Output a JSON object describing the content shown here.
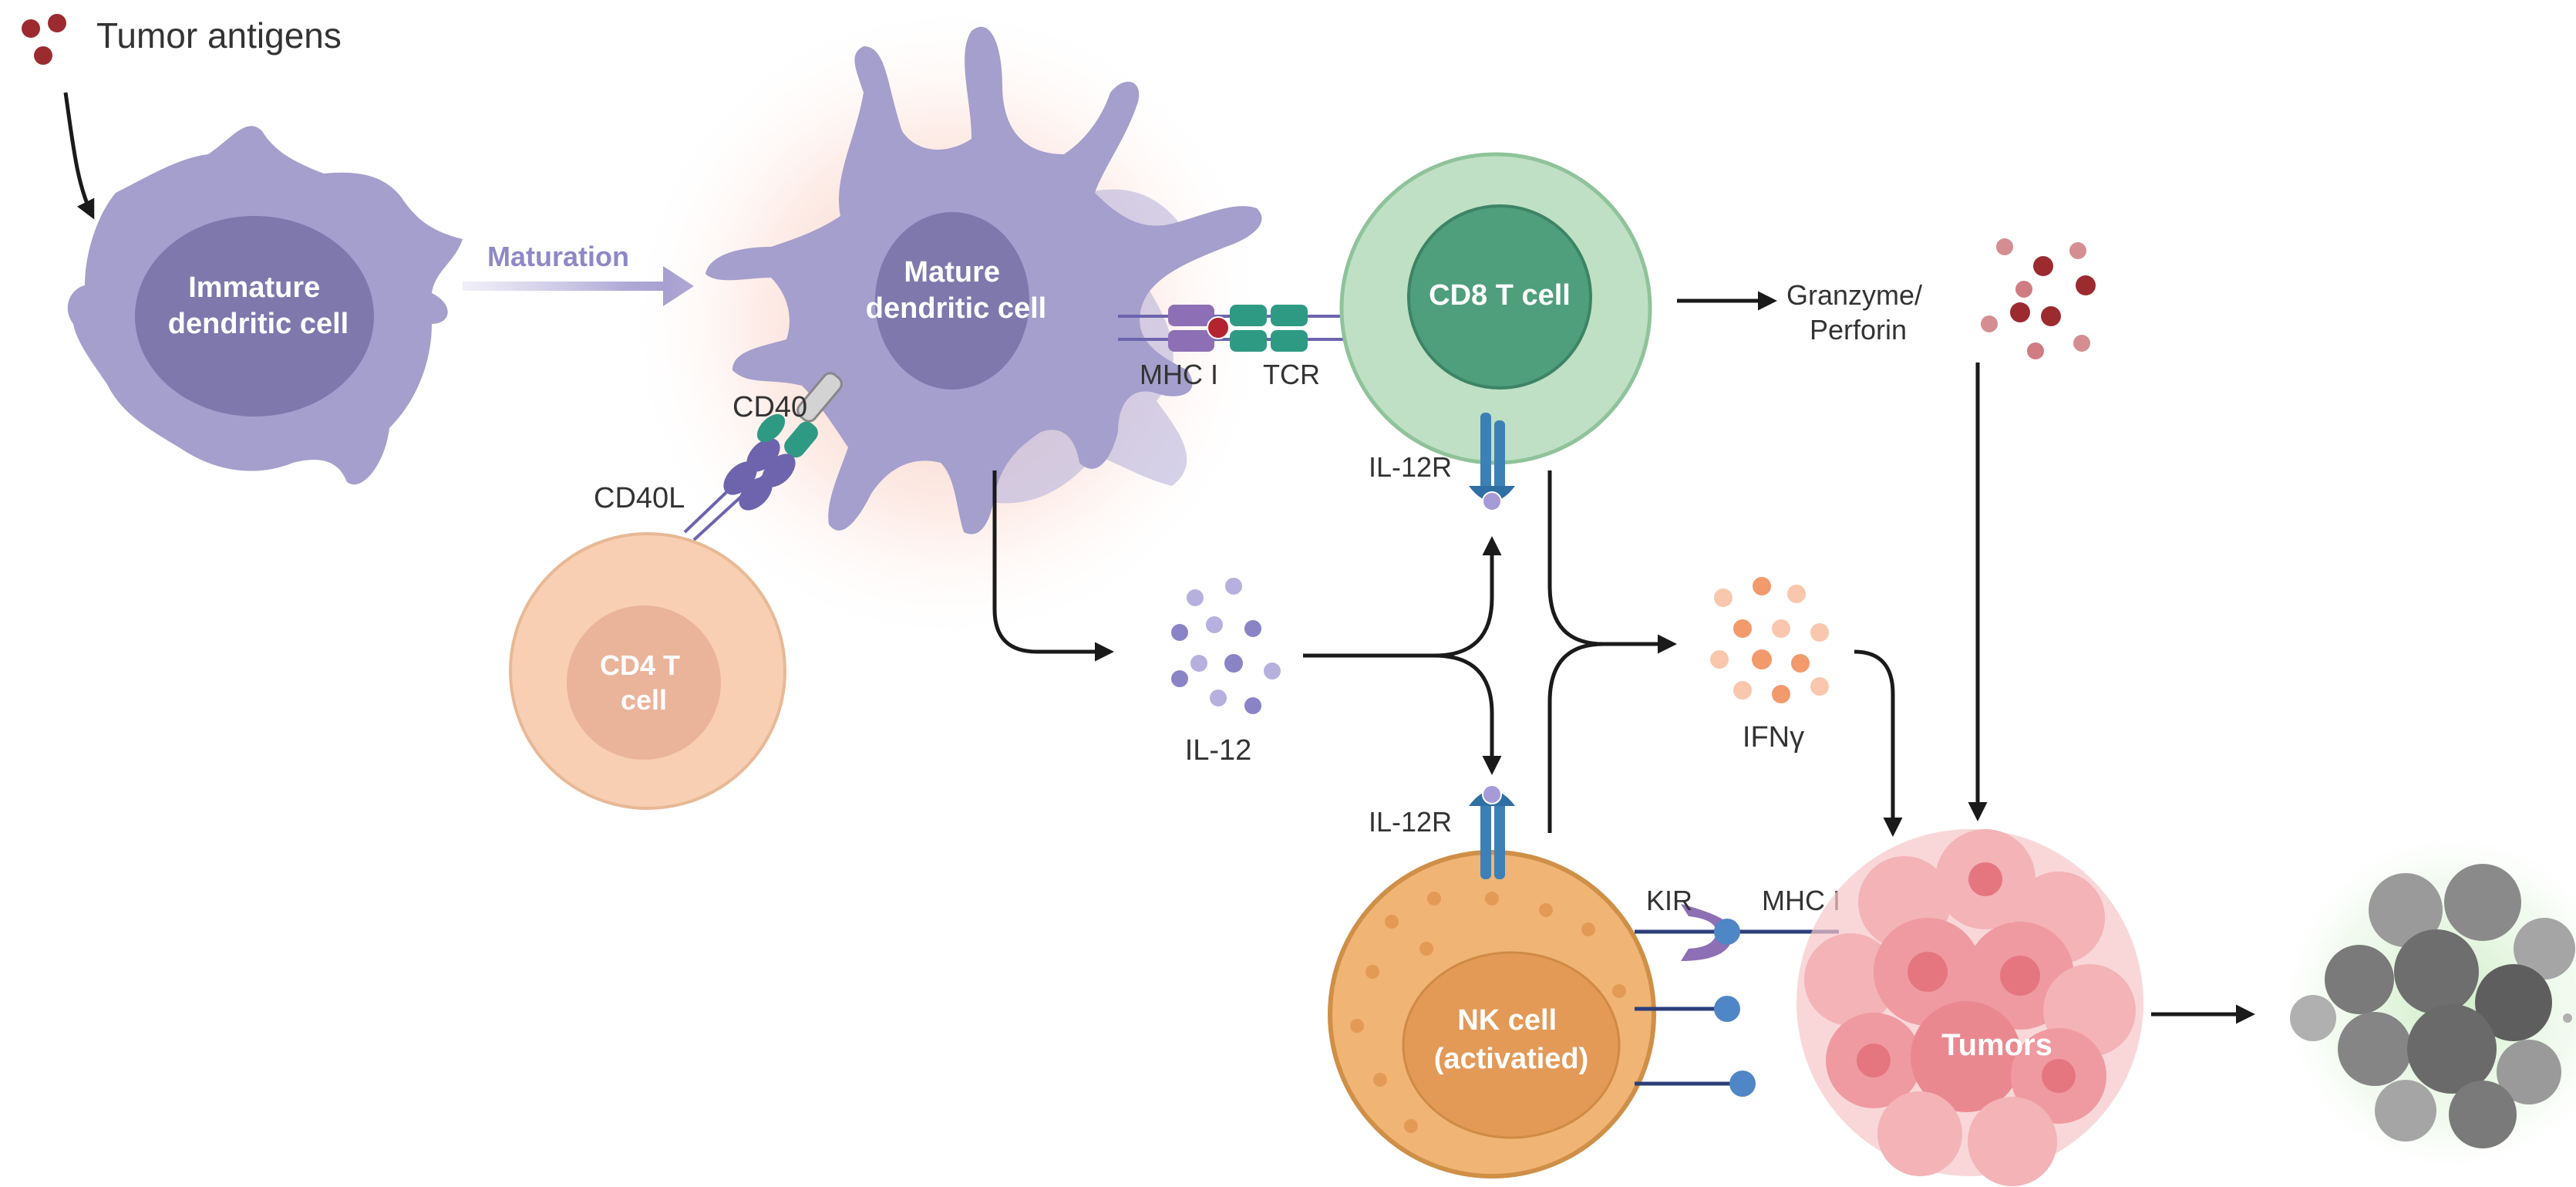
{
  "legend": {
    "tumor_antigens": "Tumor antigens"
  },
  "cells": {
    "immature_dc": [
      "Immature",
      "dendritic cell"
    ],
    "mature_dc": [
      "Mature",
      "dendritic cell"
    ],
    "cd4": [
      "CD4 T",
      "cell"
    ],
    "cd8": "CD8 T cell",
    "nk": [
      "NK cell",
      "(activatied)"
    ],
    "tumors": "Tumors"
  },
  "labels": {
    "maturation": "Maturation",
    "cd40": "CD40",
    "cd40l": "CD40L",
    "mhc1": "MHC I",
    "tcr": "TCR",
    "il12r": "IL-12R",
    "il12": "IL-12",
    "ifng": "IFNγ",
    "granzyme": [
      "Granzyme/",
      "Perforin"
    ],
    "kir": "KIR"
  },
  "colors": {
    "dc": "#a49fcc",
    "dc_nucleus": "#7e78ad",
    "cd8": "#bfe0c4",
    "cd8_nucleus": "#4f9e7c",
    "cd4": "#f8cfb3",
    "nk": "#f0b474",
    "tumor": "#ef9aa0",
    "dead": "#6e6e6e",
    "antigen": "#9c2b2f",
    "arrow": "#1a1a1a"
  }
}
